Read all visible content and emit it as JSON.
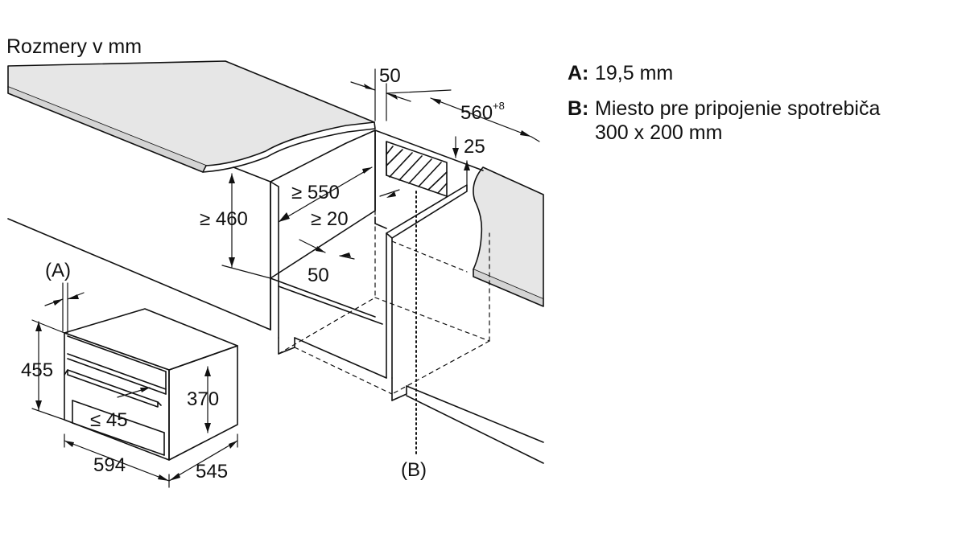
{
  "title": "Rozmery v mm",
  "legend": [
    {
      "key": "A:",
      "text": "19,5 mm"
    },
    {
      "key": "B:",
      "text": "Miesto pre pripojenie spotrebiča\n300 x 200 mm"
    }
  ],
  "dimensions": {
    "d50_top": "50",
    "d560": "560",
    "d560_tol": "+8",
    "d25": "25",
    "d550": "≥ 550",
    "d20": "≥ 20",
    "d460": "≥ 460",
    "d50_inner": "50",
    "dA": "(A)",
    "d455": "455",
    "d370": "370",
    "d45": "≤ 45",
    "d594": "594",
    "d545": "545",
    "dB": "(B)"
  }
}
